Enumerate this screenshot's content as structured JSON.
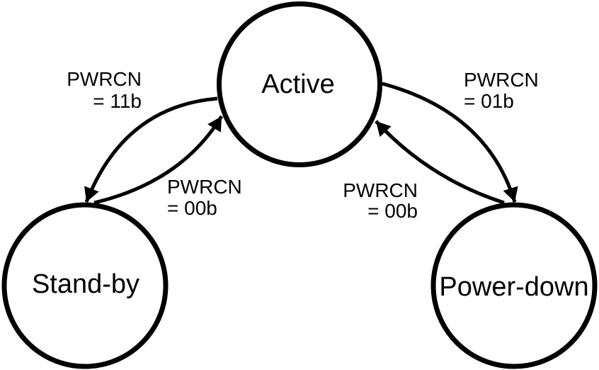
{
  "diagram": {
    "type": "state-machine",
    "colors": {
      "line": "#000000",
      "text": "#000000",
      "background": "#ffffff"
    },
    "states": [
      {
        "id": "active",
        "label": "Active"
      },
      {
        "id": "standby",
        "label": "Stand-by"
      },
      {
        "id": "powerdown",
        "label": "Power-down"
      }
    ],
    "transitions": [
      {
        "from": "Active",
        "to": "Stand-by",
        "signal": "PWRCN",
        "condition": "= 11b"
      },
      {
        "from": "Stand-by",
        "to": "Active",
        "signal": "PWRCN",
        "condition": "= 00b"
      },
      {
        "from": "Active",
        "to": "Power-down",
        "signal": "PWRCN",
        "condition": "= 01b"
      },
      {
        "from": "Power-down",
        "to": "Active",
        "signal": "PWRCN",
        "condition": "= 00b"
      }
    ]
  }
}
